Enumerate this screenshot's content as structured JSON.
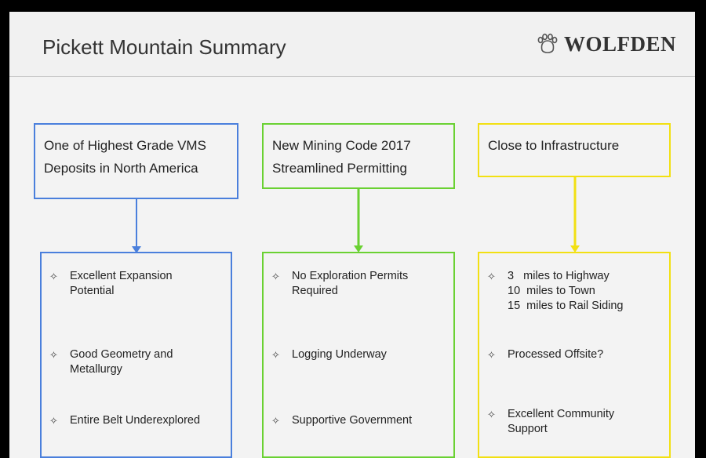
{
  "header": {
    "title": "Pickett Mountain Summary",
    "brand": "WOLFDEN",
    "brand_icon": "wolf-paw-icon"
  },
  "colors": {
    "blue": "#4a7fdc",
    "green": "#6ad132",
    "yellow": "#f2e012"
  },
  "columns": [
    {
      "top_lines": [
        "One of Highest Grade VMS",
        "Deposits in North America"
      ],
      "bullets": [
        {
          "lines": [
            "Excellent Expansion",
            "Potential"
          ]
        },
        {
          "lines": [
            "Good Geometry and",
            "Metallurgy"
          ]
        },
        {
          "lines": [
            "Entire Belt Underexplored"
          ]
        }
      ]
    },
    {
      "top_lines": [
        "New Mining Code 2017",
        "Streamlined Permitting"
      ],
      "bullets": [
        {
          "lines": [
            "No Exploration Permits",
            "Required"
          ]
        },
        {
          "lines": [
            "Logging Underway"
          ]
        },
        {
          "lines": [
            "Supportive Government"
          ]
        }
      ]
    },
    {
      "top_lines": [
        "Close to Infrastructure"
      ],
      "bullets": [
        {
          "lines": [
            "3   miles to Highway",
            "10  miles to Town",
            "15  miles to Rail Siding"
          ]
        },
        {
          "lines": [
            "Processed Offsite?"
          ]
        },
        {
          "lines": [
            "Excellent Community",
            "Support"
          ]
        }
      ]
    }
  ],
  "bullet_symbol": "✧"
}
